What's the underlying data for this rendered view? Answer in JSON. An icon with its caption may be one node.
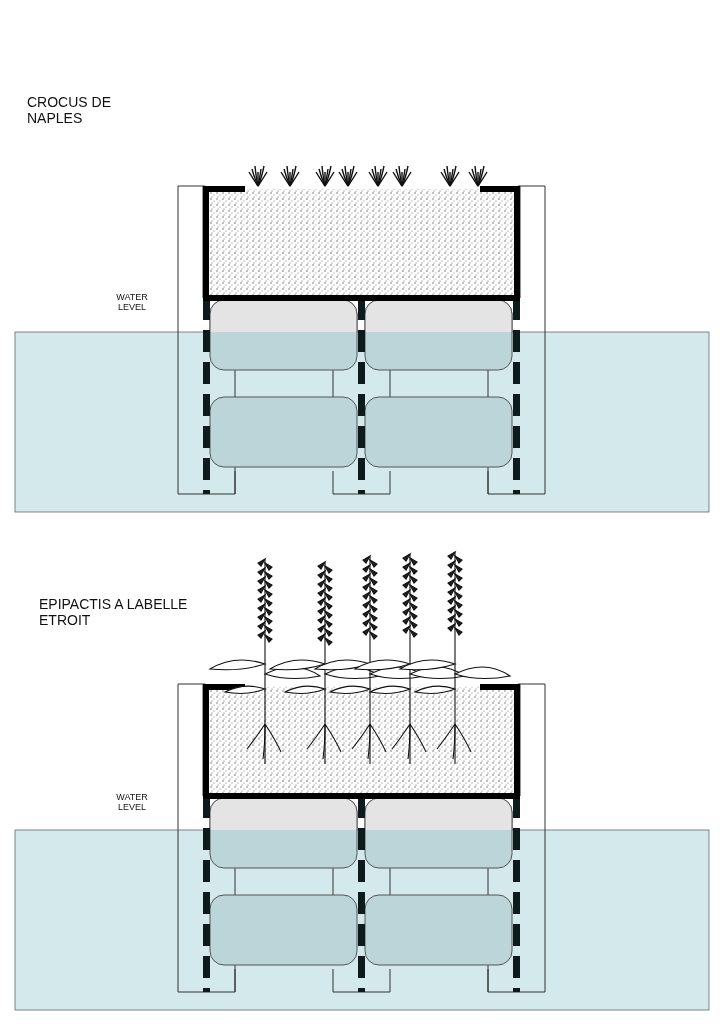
{
  "diagram": {
    "labels": [
      "CROCUS DE NAPLES",
      "WATER LEVEL",
      "EPIPACTIS A LABELLE ETROIT",
      "WATER LEVEL"
    ]
  }
}
